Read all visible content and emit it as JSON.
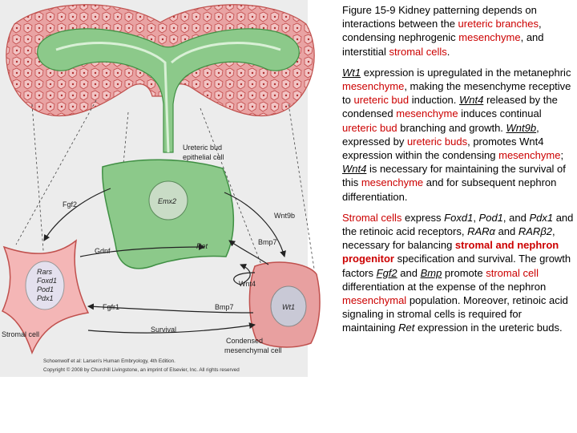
{
  "figure": {
    "labels": {
      "ureteric_bud": "Ureteric bud",
      "epithelial_cell": "epithelial cell",
      "emx2": "Emx2",
      "ret": "Ret",
      "fgf2": "Fgf2",
      "wnt9b": "Wnt9b",
      "bmp7_a": "Bmp7",
      "gdnf": "Gdnf",
      "wnt4": "Wnt4",
      "bmp7_b": "Bmp7",
      "fgfr1": "Fgfr1",
      "survival": "Survival",
      "rars": "Rars",
      "foxd1": "Foxd1",
      "pod1": "Pod1",
      "pdx1": "Pdx1",
      "wt1": "Wt1",
      "stromal_cell": "Stromal cell",
      "condensed": "Condensed",
      "mesenchymal_cell": "mesenchymal cell"
    },
    "credit_line1": "Schoenwolf et al: Larsen's Human Embryology, 4th Edition.",
    "credit_line2": "Copyright © 2008 by Churchill Livingstone, an imprint of Elsevier, Inc. All rights reserved",
    "colors": {
      "ureteric": "#8cc98a",
      "ureteric_stroke": "#3f8f43",
      "mesenchyme": "#e8a0a0",
      "mesenchyme_stroke": "#c0504d",
      "stromal": "#f4b6b6",
      "highlight": "#cc0000"
    }
  },
  "text": {
    "p1": {
      "a": "Figure 15-9 Kidney patterning depends on interactions between the ",
      "b": "ureteric branches",
      "c": ", condensing nephrogenic ",
      "d": "mesenchyme",
      "e": ", and interstitial ",
      "f": "stromal cells",
      "g": "."
    },
    "p2": {
      "a": "Wt1",
      "b": " expression is upregulated in the metanephric ",
      "c": "mesenchyme",
      "d": ", making the mesenchyme receptive to ",
      "e": "ureteric bud",
      "f": " induction. ",
      "g": "Wnt4",
      "h": " released by the condensed ",
      "i": "mesenchyme",
      "j": " induces continual ",
      "k": "ureteric bud",
      "l": " branching and growth. ",
      "m": "Wnt9b",
      "n": ", expressed by ",
      "o": "ureteric buds",
      "p": ", promotes Wnt4 expression within the condensing ",
      "q": "mesenchyme",
      "r": "; ",
      "s": "Wnt4",
      "t": " is necessary for maintaining the survival of this ",
      "u": "mesenchyme",
      "v": " and for subsequent nephron differentiation."
    },
    "p3": {
      "a": "Stromal cells",
      "b": " express ",
      "c": "Foxd1",
      "d": ", ",
      "e": "Pod1",
      "f": ", and ",
      "g": "Pdx1",
      "h": " and the retinoic acid receptors, ",
      "i": "RARα",
      "j": " and ",
      "k": "RARβ2",
      "l": ", necessary for balancing ",
      "m": "stromal and nephron progenitor",
      "n": " specification and survival. The growth factors ",
      "o": "Fgf2",
      "p": " and ",
      "q": "Bmp",
      "r": " promote ",
      "s": "stromal cell",
      "t": " differentiation at the expense of the nephron ",
      "u": "mesenchymal",
      "v": " population. Moreover, retinoic acid signaling in stromal cells is required for maintaining ",
      "w": "Ret",
      "x": " expression in the ureteric buds."
    }
  }
}
